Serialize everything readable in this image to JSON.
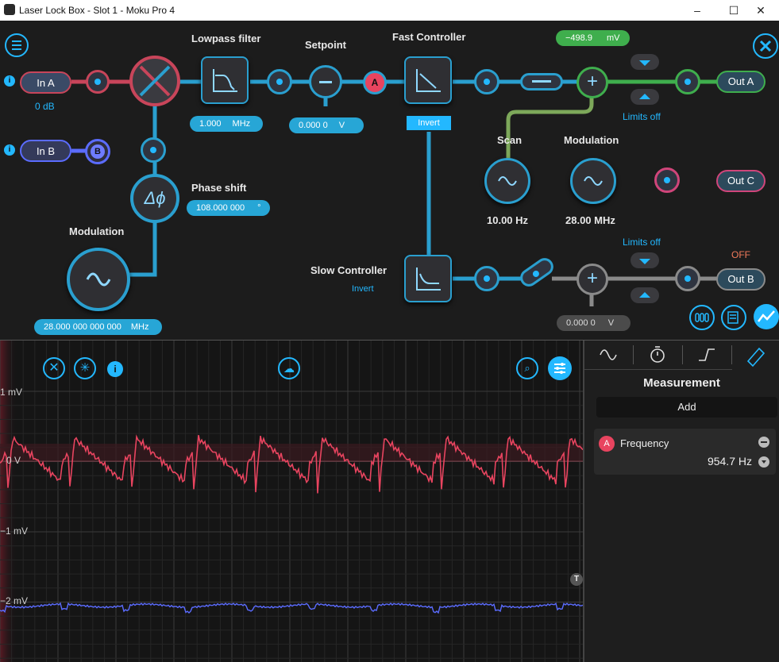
{
  "window": {
    "title": "Laser Lock Box - Slot 1 - Moku Pro 4",
    "min": "–",
    "max": "☐",
    "close": "✕"
  },
  "inputs": {
    "in_a": "In A",
    "in_a_gain": "0 dB",
    "in_b": "In B",
    "b_marker": "B"
  },
  "lowpass": {
    "title": "Lowpass filter",
    "value": "1.000",
    "unit": "MHz"
  },
  "setpoint": {
    "title": "Setpoint",
    "value": "0.000 0",
    "unit": "V",
    "marker": "A"
  },
  "fast_controller": {
    "title": "Fast Controller",
    "invert": "Invert"
  },
  "offset_readout": {
    "value": "−498.9",
    "unit": "mV"
  },
  "out_a": {
    "label": "Out A",
    "limits": "Limits off"
  },
  "phase_shift": {
    "title": "Phase shift",
    "value": "108.000 000",
    "unit": "°",
    "symbol": "Δϕ"
  },
  "modulation_left": {
    "title": "Modulation",
    "value": "28.000 000 000 000",
    "unit": "MHz"
  },
  "scan": {
    "title": "Scan",
    "freq": "10.00 Hz"
  },
  "modulation_right": {
    "title": "Modulation",
    "freq": "28.00 MHz"
  },
  "out_c": {
    "label": "Out C"
  },
  "slow_controller": {
    "title": "Slow Controller",
    "invert": "Invert"
  },
  "out_b": {
    "label": "Out B",
    "status": "OFF",
    "limits": "Limits off",
    "offset_value": "0.000 0",
    "offset_unit": "V"
  },
  "scope": {
    "y_labels": [
      "1 mV",
      "0 V",
      "−1 mV",
      "−2 mV"
    ],
    "trigger_marker": "T"
  },
  "panel": {
    "title": "Measurement",
    "add": "Add",
    "measurements": [
      {
        "channel": "A",
        "name": "Frequency",
        "value": "954.7 Hz"
      }
    ]
  },
  "colors": {
    "accent": "#23b8ff",
    "channel_a": "#e8445f",
    "channel_b": "#5b6cff",
    "green": "#3fae4d"
  }
}
